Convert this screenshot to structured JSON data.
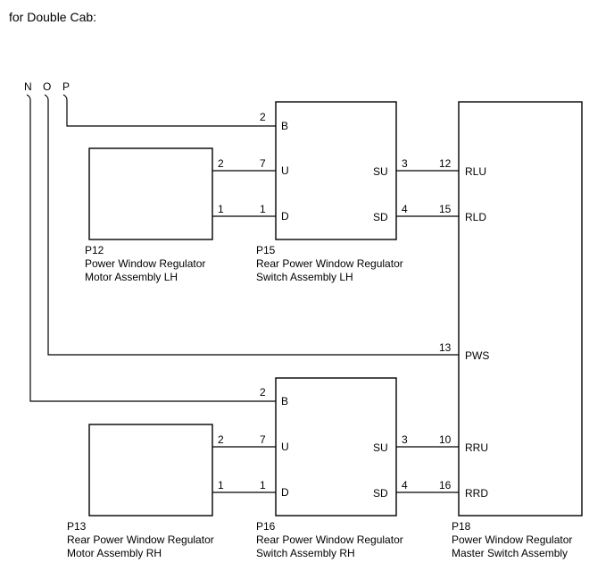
{
  "header": {
    "title": "for Double Cab:"
  },
  "connectors": {
    "n": "N",
    "o": "O",
    "p": "P"
  },
  "components": {
    "p12": {
      "id": "P12",
      "name1": "Power Window Regulator",
      "name2": "Motor Assembly LH",
      "pin_up": "2",
      "pin_dn": "1"
    },
    "p13": {
      "id": "P13",
      "name1": "Rear Power Window Regulator",
      "name2": "Motor Assembly RH",
      "pin_up": "2",
      "pin_dn": "1"
    },
    "p15": {
      "id": "P15",
      "name1": "Rear Power Window Regulator",
      "name2": "Switch Assembly LH",
      "b_pin": "2",
      "u_pin": "7",
      "d_pin": "1",
      "su_pin": "3",
      "sd_pin": "4",
      "b": "B",
      "u": "U",
      "d": "D",
      "su": "SU",
      "sd": "SD"
    },
    "p16": {
      "id": "P16",
      "name1": "Rear Power Window Regulator",
      "name2": "Switch Assembly RH",
      "b_pin": "2",
      "u_pin": "7",
      "d_pin": "1",
      "su_pin": "3",
      "sd_pin": "4",
      "b": "B",
      "u": "U",
      "d": "D",
      "su": "SU",
      "sd": "SD"
    },
    "p18": {
      "id": "P18",
      "name1": "Power Window Regulator",
      "name2": "Master Switch Assembly",
      "rlu_pin": "12",
      "rld_pin": "15",
      "pws_pin": "13",
      "rru_pin": "10",
      "rrd_pin": "16",
      "rlu": "RLU",
      "rld": "RLD",
      "pws": "PWS",
      "rru": "RRU",
      "rrd": "RRD"
    }
  }
}
